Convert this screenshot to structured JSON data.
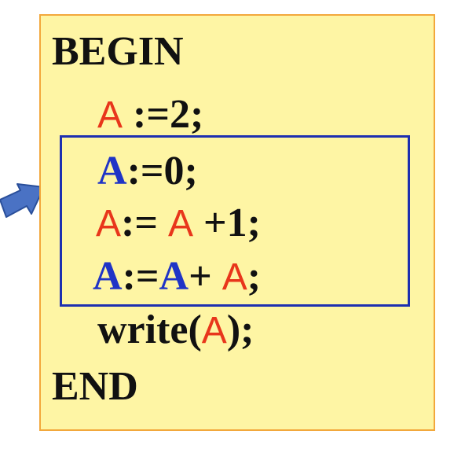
{
  "code": {
    "begin": "BEGIN",
    "line1": {
      "var": "A",
      "rest": " :=2;"
    },
    "line2": {
      "var": "A",
      "rest": ":=0;"
    },
    "line3": {
      "var1": "A",
      "mid": ":= ",
      "var2": "A",
      "rest": " +1;"
    },
    "line4": {
      "var1": "A",
      "mid1": ":=",
      "var2": "A",
      "mid2": "+ ",
      "var3": "A",
      "rest": ";"
    },
    "line5": {
      "pre": "write(",
      "var": "A",
      "rest": ");"
    },
    "end": "END"
  },
  "colors": {
    "panel_background": "#fef5a4",
    "panel_border": "#f2a83c",
    "highlight_box_border": "#1d2fb0",
    "variable_red": "#e8361b",
    "variable_blue": "#1f34c6",
    "arrow": "#4a72c4"
  },
  "icons": {
    "left_arrow": "arrow-pointing-right-icon"
  }
}
